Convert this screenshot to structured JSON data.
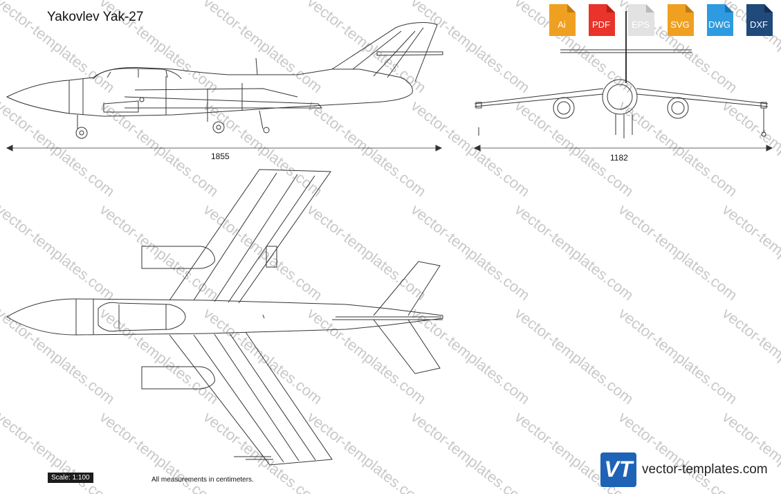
{
  "title": "Yakovlev Yak-27",
  "formats": [
    {
      "label": "Ai",
      "color": "#f0a020",
      "fold": "#c27a10"
    },
    {
      "label": "PDF",
      "color": "#e8342a",
      "fold": "#b52018"
    },
    {
      "label": "EPS",
      "color": "#e2e2e2",
      "fold": "#b9b9b9"
    },
    {
      "label": "SVG",
      "color": "#f0a020",
      "fold": "#c27a10"
    },
    {
      "label": "DWG",
      "color": "#2e9be0",
      "fold": "#1d74b0"
    },
    {
      "label": "DXF",
      "color": "#1f4a7a",
      "fold": "#13304f"
    }
  ],
  "dimensions": {
    "side_length": "1855",
    "front_span": "1182"
  },
  "scale_label": "Scale: 1:100",
  "note": "All measurements in centimeters.",
  "brand": {
    "logo_text": "VT",
    "name": "vector-templates.com",
    "color": "#1e63b5"
  },
  "watermark": "vector-templates.com"
}
